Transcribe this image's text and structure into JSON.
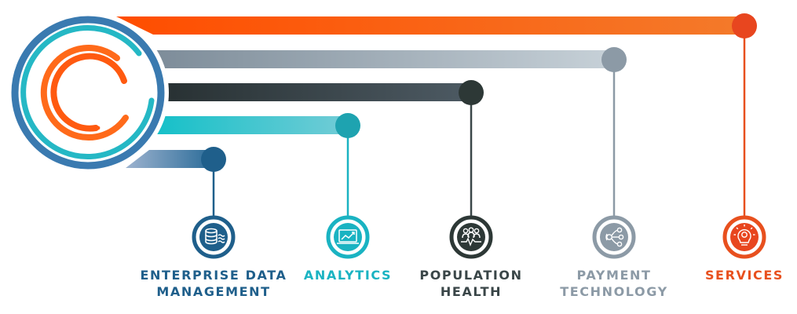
{
  "diagram": {
    "logo_icon": "concentric-arc-logo",
    "branches": [
      {
        "id": "enterprise-data-management",
        "label_lines": [
          "ENTERPRISE DATA",
          "MANAGEMENT"
        ],
        "color": "#1f5f8b",
        "icon": "database-icon"
      },
      {
        "id": "analytics",
        "label_lines": [
          "ANALYTICS"
        ],
        "color": "#1ab3c2",
        "icon": "analytics-chart-icon"
      },
      {
        "id": "population-health",
        "label_lines": [
          "POPULATION",
          "HEALTH"
        ],
        "color": "#3a4648",
        "icon": "people-heartbeat-icon"
      },
      {
        "id": "payment-technology",
        "label_lines": [
          "PAYMENT",
          "TECHNOLOGY"
        ],
        "color": "#8c9aa6",
        "icon": "network-nodes-icon"
      },
      {
        "id": "services",
        "label_lines": [
          "SERVICES"
        ],
        "color": "#e8501e",
        "icon": "lightbulb-gear-icon"
      }
    ]
  }
}
